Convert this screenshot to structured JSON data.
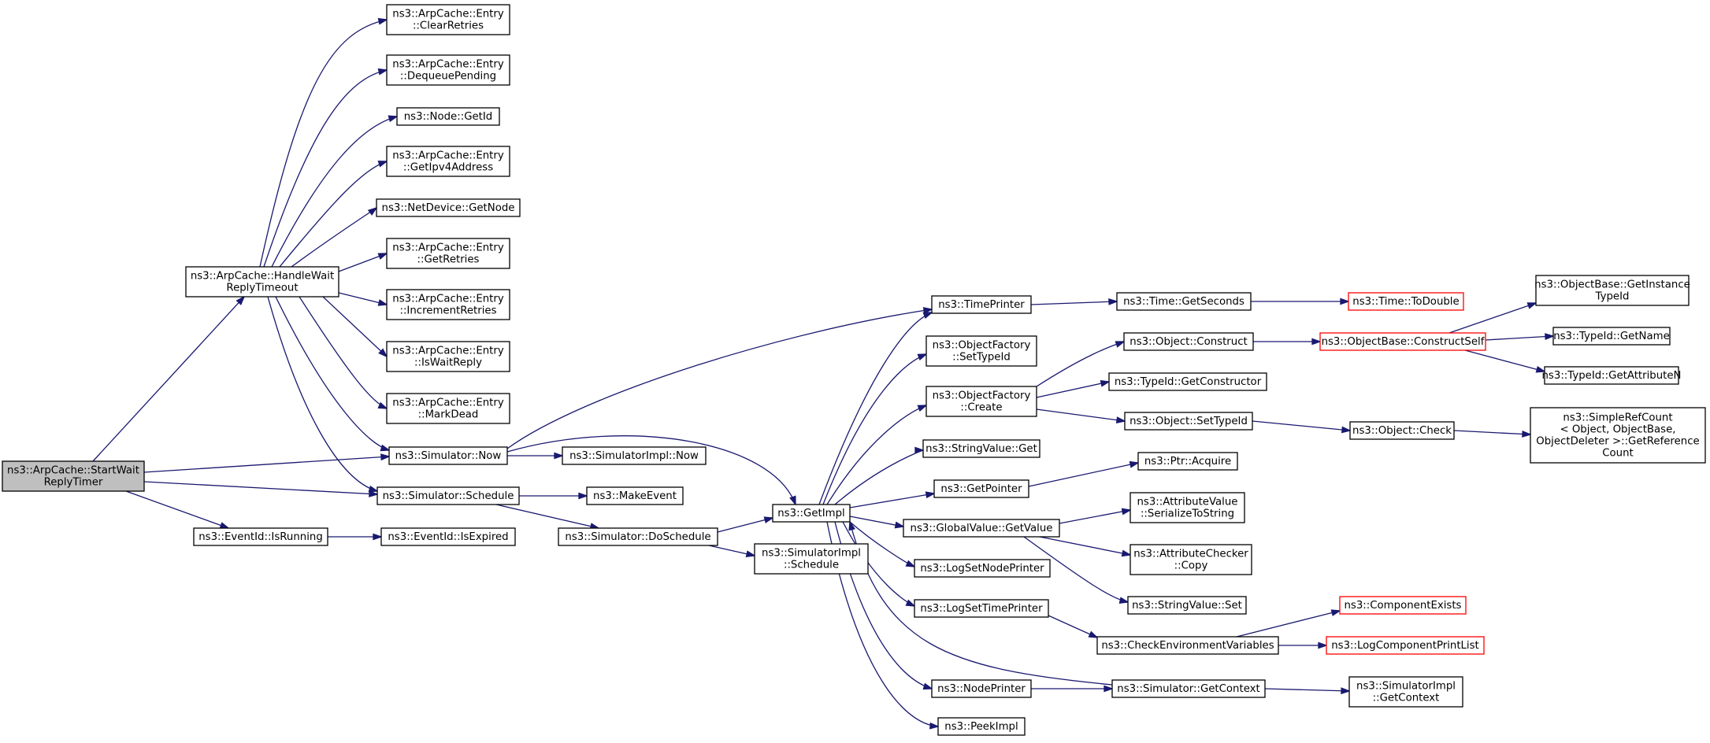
{
  "diagram": {
    "colors": {
      "edge": "#191970",
      "node_border": "#000000",
      "truncated_border": "#ff0000",
      "root_fill": "#bfbfbf",
      "background": "#ffffff"
    },
    "nodes": [
      {
        "id": "startwait",
        "lines": [
          "ns3::ArpCache::StartWait",
          "ReplyTimer"
        ],
        "root": true
      },
      {
        "id": "handlewait",
        "lines": [
          "ns3::ArpCache::HandleWait",
          "ReplyTimeout"
        ]
      },
      {
        "id": "eventrunning",
        "lines": [
          "ns3::EventId::IsRunning"
        ]
      },
      {
        "id": "clearretries",
        "lines": [
          "ns3::ArpCache::Entry",
          "::ClearRetries"
        ]
      },
      {
        "id": "dequeue",
        "lines": [
          "ns3::ArpCache::Entry",
          "::DequeuePending"
        ]
      },
      {
        "id": "nodegetid",
        "lines": [
          "ns3::Node::GetId"
        ]
      },
      {
        "id": "getipv4",
        "lines": [
          "ns3::ArpCache::Entry",
          "::GetIpv4Address"
        ]
      },
      {
        "id": "netdevgetnode",
        "lines": [
          "ns3::NetDevice::GetNode"
        ]
      },
      {
        "id": "getretries",
        "lines": [
          "ns3::ArpCache::Entry",
          "::GetRetries"
        ]
      },
      {
        "id": "incretries",
        "lines": [
          "ns3::ArpCache::Entry",
          "::IncrementRetries"
        ]
      },
      {
        "id": "iswaitreply",
        "lines": [
          "ns3::ArpCache::Entry",
          "::IsWaitReply"
        ]
      },
      {
        "id": "markdead",
        "lines": [
          "ns3::ArpCache::Entry",
          "::MarkDead"
        ]
      },
      {
        "id": "simnow",
        "lines": [
          "ns3::Simulator::Now"
        ]
      },
      {
        "id": "simschedule",
        "lines": [
          "ns3::Simulator::Schedule"
        ]
      },
      {
        "id": "isexpired",
        "lines": [
          "ns3::EventId::IsExpired"
        ]
      },
      {
        "id": "simimplnow",
        "lines": [
          "ns3::SimulatorImpl::Now"
        ]
      },
      {
        "id": "makeevent",
        "lines": [
          "ns3::MakeEvent"
        ]
      },
      {
        "id": "doschedule",
        "lines": [
          "ns3::Simulator::DoSchedule"
        ]
      },
      {
        "id": "getimpl",
        "lines": [
          "ns3::GetImpl"
        ]
      },
      {
        "id": "simimplschedule",
        "lines": [
          "ns3::SimulatorImpl",
          "::Schedule"
        ]
      },
      {
        "id": "timeprinter",
        "lines": [
          "ns3::TimePrinter"
        ]
      },
      {
        "id": "ofsettypeid",
        "lines": [
          "ns3::ObjectFactory",
          "::SetTypeId"
        ]
      },
      {
        "id": "ofcreate",
        "lines": [
          "ns3::ObjectFactory",
          "::Create"
        ]
      },
      {
        "id": "stringget",
        "lines": [
          "ns3::StringValue::Get"
        ]
      },
      {
        "id": "getpointer",
        "lines": [
          "ns3::GetPointer"
        ]
      },
      {
        "id": "gvgetvalue",
        "lines": [
          "ns3::GlobalValue::GetValue"
        ]
      },
      {
        "id": "logsetnode",
        "lines": [
          "ns3::LogSetNodePrinter"
        ]
      },
      {
        "id": "logsettime",
        "lines": [
          "ns3::LogSetTimePrinter"
        ]
      },
      {
        "id": "nodeprinter",
        "lines": [
          "ns3::NodePrinter"
        ]
      },
      {
        "id": "peekimpl",
        "lines": [
          "ns3::PeekImpl"
        ]
      },
      {
        "id": "timegetseconds",
        "lines": [
          "ns3::Time::GetSeconds"
        ]
      },
      {
        "id": "objconstruct",
        "lines": [
          "ns3::Object::Construct"
        ]
      },
      {
        "id": "typeidgetctor",
        "lines": [
          "ns3::TypeId::GetConstructor"
        ]
      },
      {
        "id": "objsettypeid",
        "lines": [
          "ns3::Object::SetTypeId"
        ]
      },
      {
        "id": "ptracquire",
        "lines": [
          "ns3::Ptr::Acquire"
        ]
      },
      {
        "id": "avserialize",
        "lines": [
          "ns3::AttributeValue",
          "::SerializeToString"
        ]
      },
      {
        "id": "accopy",
        "lines": [
          "ns3::AttributeChecker",
          "::Copy"
        ]
      },
      {
        "id": "stringset",
        "lines": [
          "ns3::StringValue::Set"
        ]
      },
      {
        "id": "checkenv",
        "lines": [
          "ns3::CheckEnvironmentVariables"
        ]
      },
      {
        "id": "simgetcontext",
        "lines": [
          "ns3::Simulator::GetContext"
        ]
      },
      {
        "id": "timetodouble",
        "lines": [
          "ns3::Time::ToDouble"
        ],
        "truncated": true
      },
      {
        "id": "obconstructself",
        "lines": [
          "ns3::ObjectBase::ConstructSelf"
        ],
        "truncated": true
      },
      {
        "id": "objcheck",
        "lines": [
          "ns3::Object::Check"
        ]
      },
      {
        "id": "compexists",
        "lines": [
          "ns3::ComponentExists"
        ],
        "truncated": true
      },
      {
        "id": "logcomplist",
        "lines": [
          "ns3::LogComponentPrintList"
        ],
        "truncated": true
      },
      {
        "id": "simimplgetctx",
        "lines": [
          "ns3::SimulatorImpl",
          "::GetContext"
        ]
      },
      {
        "id": "obgetinstance",
        "lines": [
          "ns3::ObjectBase::GetInstance",
          "TypeId"
        ]
      },
      {
        "id": "typeidgetname",
        "lines": [
          "ns3::TypeId::GetName"
        ]
      },
      {
        "id": "typeidgetattr",
        "lines": [
          "ns3::TypeId::GetAttributeN"
        ]
      },
      {
        "id": "simplerefcount",
        "lines": [
          "ns3::SimpleRefCount",
          "< Object, ObjectBase,",
          "ObjectDeleter >::GetReference",
          "Count"
        ]
      }
    ]
  }
}
